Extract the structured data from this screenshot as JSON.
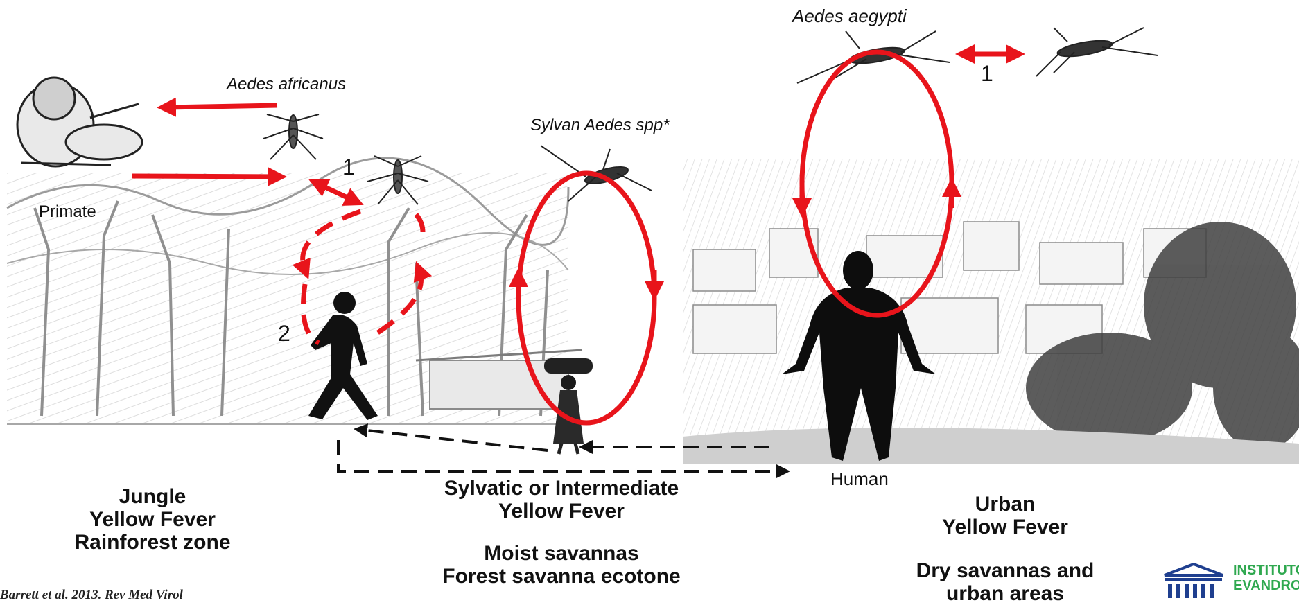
{
  "mosquitoes": {
    "aedes_africanus": "Aedes africanus",
    "sylvan_aedes": "Sylvan Aedes spp*",
    "aedes_aegypti": "Aedes aegypti"
  },
  "hosts": {
    "primate": "Primate",
    "human": "Human"
  },
  "cycle_numbers": {
    "jungle_transfer": "1",
    "jungle_human": "2",
    "urban_transfer": "1"
  },
  "zones": {
    "jungle": {
      "line1": "Jungle",
      "line2": "Yellow Fever",
      "line3": "Rainforest zone"
    },
    "sylvatic": {
      "line1": "Sylvatic or Intermediate",
      "line2": "Yellow Fever",
      "line3": "Moist savannas",
      "line4": "Forest savanna ecotone"
    },
    "urban": {
      "line1": "Urban",
      "line2": "Yellow Fever",
      "line3": "Dry savannas and",
      "line4": "urban areas"
    }
  },
  "citation": "Barrett et al. 2013. Rev Med Virol",
  "logo": {
    "line1": "INSTITUTO",
    "line2": "EVANDRO"
  },
  "colors": {
    "cycle_arrow": "#e8141b",
    "silhouette": "#111111",
    "sketch": "#9a9a9a",
    "logo_green": "#2fa84f",
    "logo_blue": "#1f3f8f"
  },
  "icons": [
    "monkey-icon",
    "mosquito-icon",
    "human-silhouette-icon",
    "walking-man-icon",
    "woman-carrying-load-icon",
    "institute-building-icon"
  ]
}
